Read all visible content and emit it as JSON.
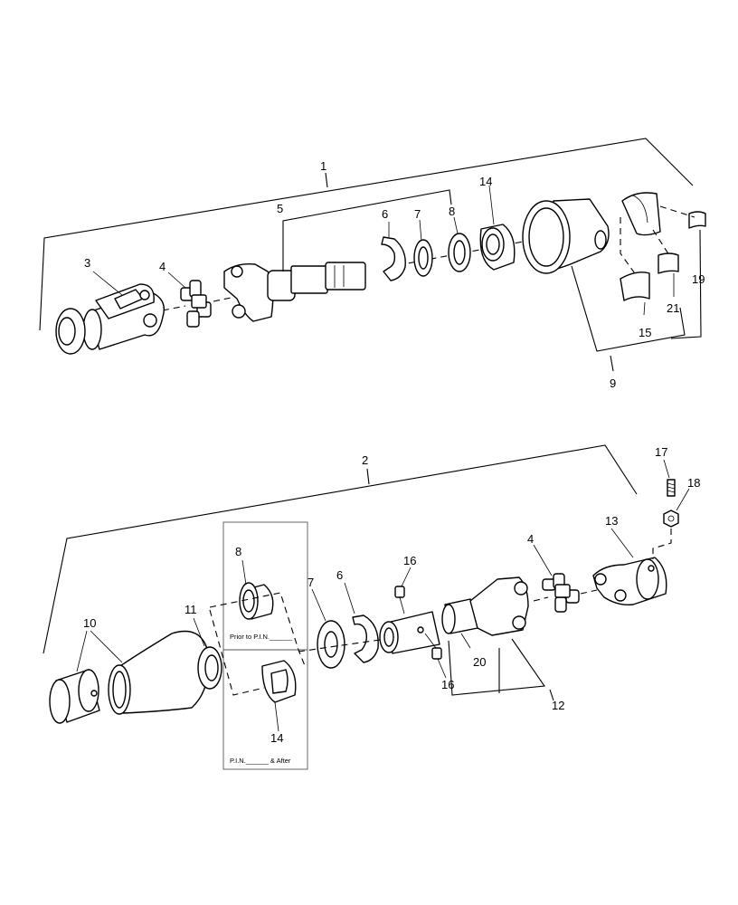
{
  "callouts": {
    "c1": "1",
    "c2": "2",
    "c3": "3",
    "c4a": "4",
    "c4b": "4",
    "c5": "5",
    "c6a": "6",
    "c6b": "6",
    "c7a": "7",
    "c7b": "7",
    "c8a": "8",
    "c8b": "8",
    "c9": "9",
    "c10": "10",
    "c11": "11",
    "c12": "12",
    "c13": "13",
    "c14a": "14",
    "c14b": "14",
    "c15": "15",
    "c16a": "16",
    "c16b": "16",
    "c17": "17",
    "c18": "18",
    "c19": "19",
    "c20": "20",
    "c21": "21"
  },
  "notes": {
    "prior": "Prior to P.I.N.______",
    "after": "P.I.N.______ & After"
  }
}
